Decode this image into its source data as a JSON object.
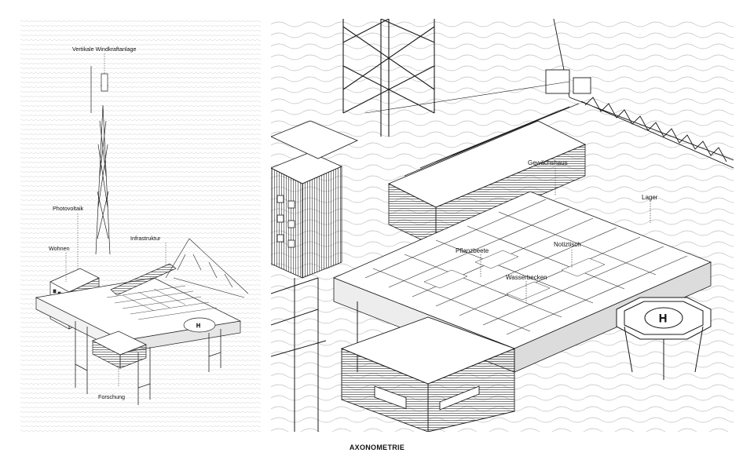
{
  "left_view": {
    "labels": {
      "wind": "Vertikale Windkraftanlage",
      "pv": "Photovoltaik",
      "infra": "Infrastruktur",
      "wohnen": "Wohnen",
      "forschung": "Forschung"
    }
  },
  "detail_view": {
    "labels": {
      "gewaechshaus": "Gewächshaus",
      "lager": "Lager",
      "pflanzbeete": "Pflanzbeete",
      "notiztisch": "Notiztisch",
      "wasserbecken": "Wasserbecken"
    },
    "helipad_letter": "H"
  },
  "caption": "AXONOMETRIE",
  "colors": {
    "line": "#1a1a1a",
    "background": "#ffffff",
    "wave": "#c8c8c8"
  }
}
